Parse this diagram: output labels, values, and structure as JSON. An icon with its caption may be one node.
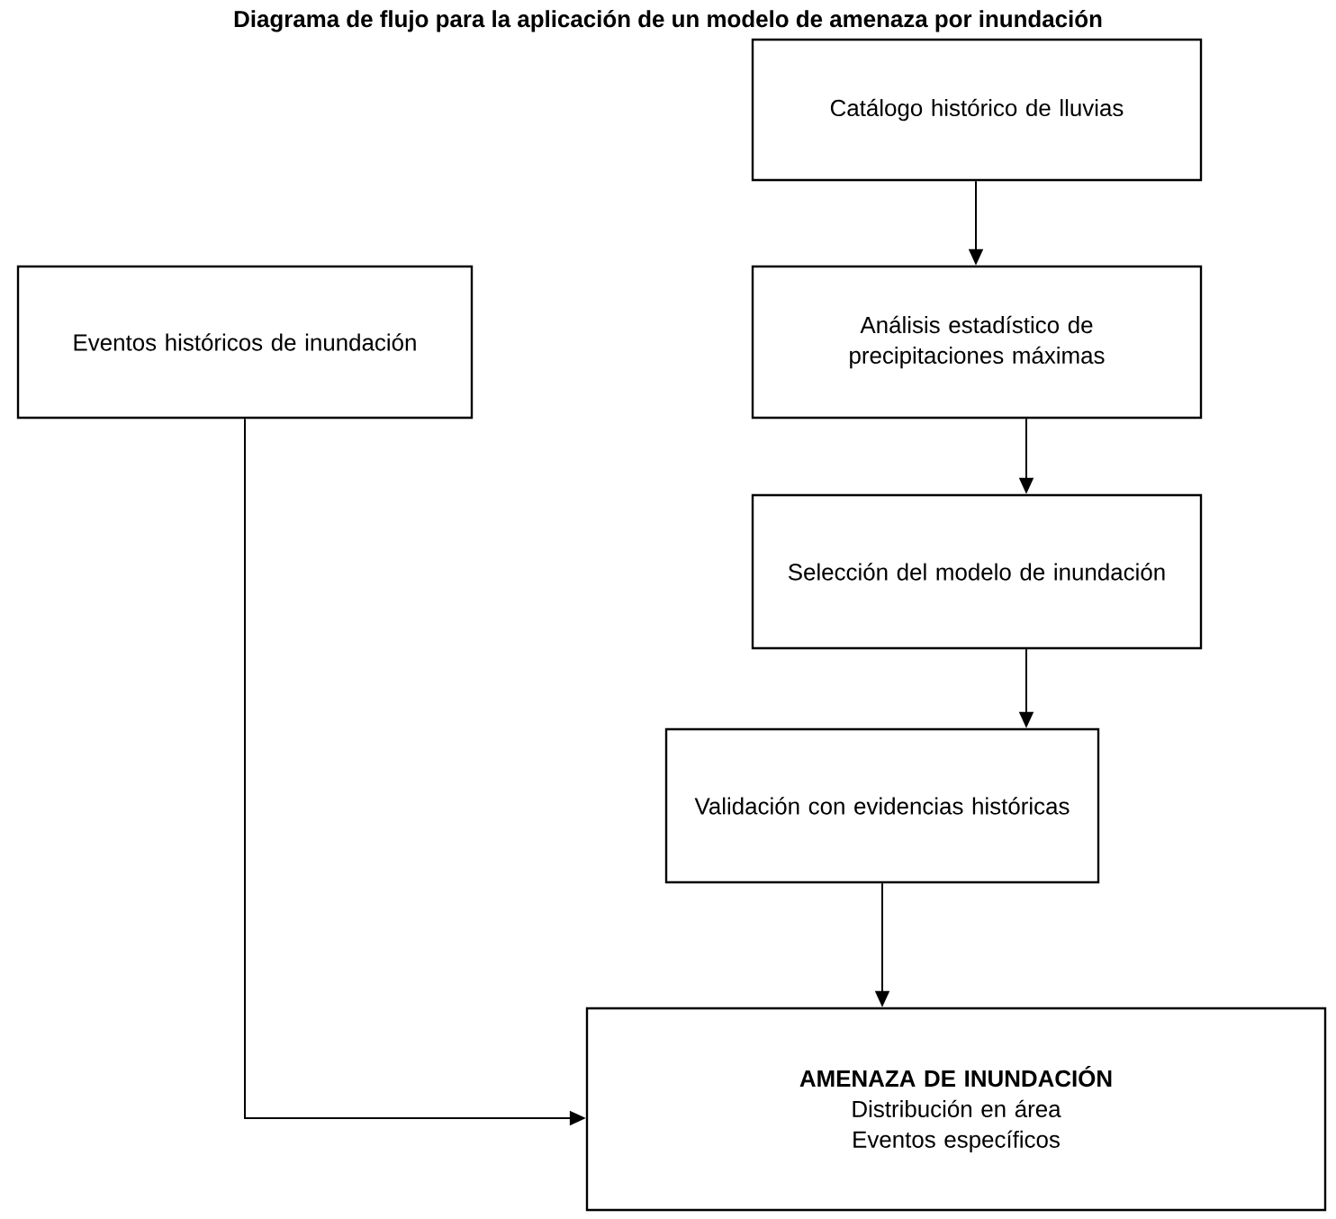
{
  "diagram": {
    "title": "Diagrama de flujo para la aplicación de un modelo de amenaza por inundación",
    "nodes": [
      {
        "text": [
          "Catálogo histórico de lluvias"
        ]
      },
      {
        "text": [
          "Eventos históricos de inundación"
        ]
      },
      {
        "text": [
          "Análisis estadístico de precipitaciones máximas"
        ]
      },
      {
        "text": [
          "Selección del modelo de inundación"
        ]
      },
      {
        "text": [
          "Validación con evidencias históricas"
        ]
      },
      {
        "text": [
          "AMENAZA DE INUNDACIÓN",
          "Distribución en área",
          "Eventos específicos"
        ]
      }
    ],
    "edges": [
      {
        "from": 0,
        "to": 2,
        "arrow": "to"
      },
      {
        "from": 2,
        "to": 3,
        "arrow": "to"
      },
      {
        "from": 3,
        "to": 4,
        "arrow": "to"
      },
      {
        "from": 4,
        "to": 5,
        "arrow": "to"
      },
      {
        "from": 1,
        "to": 5,
        "arrow": "to"
      }
    ]
  }
}
